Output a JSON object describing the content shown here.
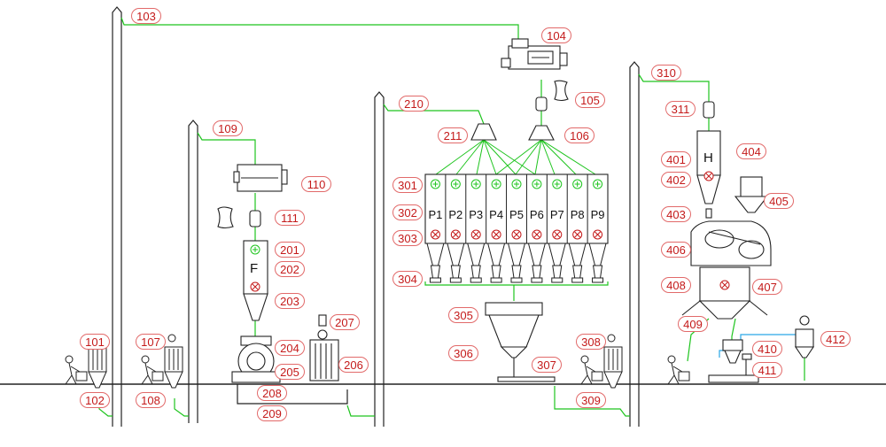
{
  "colors": {
    "line": "#222222",
    "pipe": "#1ec41e",
    "label_text": "#c41a1a",
    "label_border": "#e26a6a",
    "blue_pipe": "#2aa7e6",
    "valve": "#c41a1a"
  },
  "bins": [
    "P1",
    "P2",
    "P3",
    "P4",
    "P5",
    "P6",
    "P7",
    "P8",
    "P9"
  ],
  "silo_f": "F",
  "silo_h": "H",
  "labels": {
    "l101": "101",
    "l102": "102",
    "l103": "103",
    "l104": "104",
    "l105": "105",
    "l106": "106",
    "l107": "107",
    "l108": "108",
    "l109": "109",
    "l110": "110",
    "l111": "111",
    "l201": "201",
    "l202": "202",
    "l203": "203",
    "l204": "204",
    "l205": "205",
    "l206": "206",
    "l207": "207",
    "l208": "208",
    "l209": "209",
    "l210": "210",
    "l211": "211",
    "l301": "301",
    "l302": "302",
    "l303": "303",
    "l304": "304",
    "l305": "305",
    "l306": "306",
    "l307": "307",
    "l308": "308",
    "l309": "309",
    "l310": "310",
    "l311": "311",
    "l401": "401",
    "l402": "402",
    "l403": "403",
    "l404": "404",
    "l405": "405",
    "l406": "406",
    "l407": "407",
    "l408": "408",
    "l409": "409",
    "l410": "410",
    "l411": "411",
    "l412": "412"
  }
}
